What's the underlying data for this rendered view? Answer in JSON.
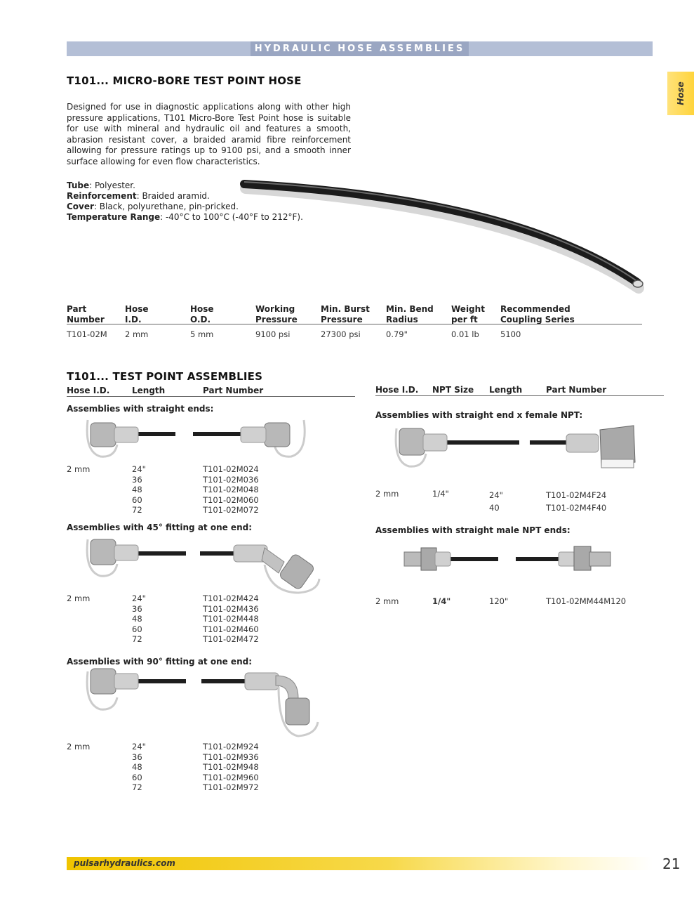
{
  "banner": "HYDRAULIC HOSE ASSEMBLIES",
  "side_tab": "Hose",
  "section1": {
    "title": "T101... MICRO-BORE TEST POINT HOSE",
    "description": "Designed for use in diagnostic applications along with other high pressure applications, T101 Micro-Bore Test Point hose is suitable for use with mineral and hydraulic oil and features a smooth, abrasion resistant cover, a braided aramid fibre reinforcement allowing for pressure ratings up to 9100 psi, and a smooth inner surface allowing for even flow characteristics.",
    "specs": [
      {
        "label": "Tube",
        "value": ": Polyester."
      },
      {
        "label": "Reinforcement",
        "value": ": Braided aramid."
      },
      {
        "label": "Cover",
        "value": ": Black, polyurethane, pin-pricked."
      },
      {
        "label": "Temperature Range",
        "value": ": -40°C to 100°C (-40°F to 212°F)."
      }
    ]
  },
  "hose_table": {
    "headers": [
      [
        "Part",
        "Number"
      ],
      [
        "Hose",
        "I.D."
      ],
      [
        "Hose",
        "O.D."
      ],
      [
        "Working",
        "Pressure"
      ],
      [
        "Min. Burst",
        "Pressure"
      ],
      [
        "Min. Bend",
        "Radius"
      ],
      [
        "Weight",
        "per ft"
      ],
      [
        "Recommended",
        "Coupling Series"
      ]
    ],
    "row": [
      "T101-02M",
      "2 mm",
      "5 mm",
      "9100 psi",
      "27300 psi",
      "0.79\"",
      "0.01 lb",
      "5100"
    ]
  },
  "section2": {
    "title": "T101... TEST POINT ASSEMBLIES",
    "left_headers": [
      "Hose I.D.",
      "Length",
      "Part Number"
    ],
    "right_headers": [
      "Hose I.D.",
      "NPT Size",
      "Length",
      "Part Number"
    ],
    "left_groups": [
      {
        "title": "Assemblies with straight ends:",
        "id": "2 mm",
        "lengths": [
          "24\"",
          "36",
          "48",
          "60",
          "72"
        ],
        "parts": [
          "T101-02M024",
          "T101-02M036",
          "T101-02M048",
          "T101-02M060",
          "T101-02M072"
        ]
      },
      {
        "title": "Assemblies with 45° fitting at one end:",
        "id": "2 mm",
        "lengths": [
          "24\"",
          "36",
          "48",
          "60",
          "72"
        ],
        "parts": [
          "T101-02M424",
          "T101-02M436",
          "T101-02M448",
          "T101-02M460",
          "T101-02M472"
        ]
      },
      {
        "title": "Assemblies with 90° fitting at one end:",
        "id": "2 mm",
        "lengths": [
          "24\"",
          "36",
          "48",
          "60",
          "72"
        ],
        "parts": [
          "T101-02M924",
          "T101-02M936",
          "T101-02M948",
          "T101-02M960",
          "T101-02M972"
        ]
      }
    ],
    "right_groups": [
      {
        "title": "Assemblies with straight end x female NPT:",
        "id": "2 mm",
        "npt": "1/4\"",
        "lengths": [
          "24\"",
          "40"
        ],
        "parts": [
          "T101-02M4F24",
          "T101-02M4F40"
        ]
      },
      {
        "title": "Assemblies with straight male NPT ends:",
        "id": "2 mm",
        "npt": "1/4\"",
        "lengths": [
          "120\""
        ],
        "parts": [
          "T101-02MM44M120"
        ]
      }
    ]
  },
  "footer": {
    "url": "pulsarhydraulics.com",
    "page": "21"
  }
}
